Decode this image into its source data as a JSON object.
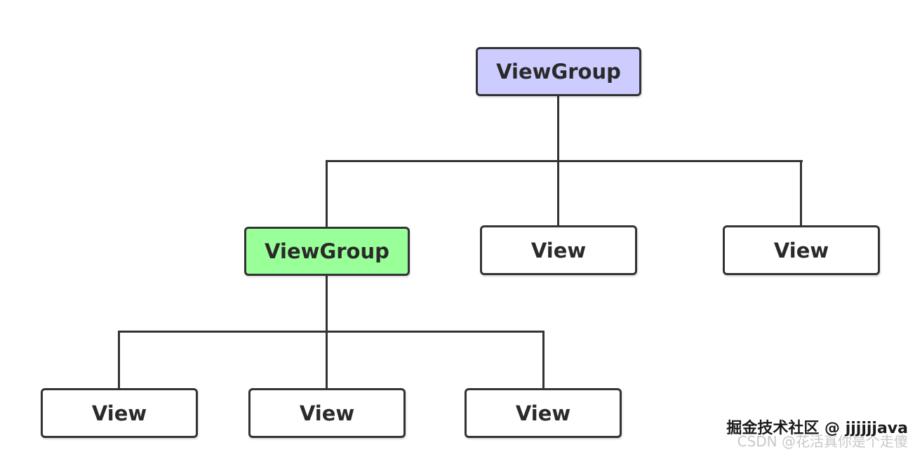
{
  "nodes": {
    "root": {
      "label": "ViewGroup",
      "fill": "#ccccff"
    },
    "child_group": {
      "label": "ViewGroup",
      "fill": "#99ff99"
    },
    "child_view_1": {
      "label": "View",
      "fill": "#ffffff"
    },
    "child_view_2": {
      "label": "View",
      "fill": "#ffffff"
    },
    "leaf_view_1": {
      "label": "View",
      "fill": "#ffffff"
    },
    "leaf_view_2": {
      "label": "View",
      "fill": "#ffffff"
    },
    "leaf_view_3": {
      "label": "View",
      "fill": "#ffffff"
    }
  },
  "edges": [
    {
      "from": "root",
      "to": "child_group"
    },
    {
      "from": "root",
      "to": "child_view_1"
    },
    {
      "from": "root",
      "to": "child_view_2"
    },
    {
      "from": "child_group",
      "to": "leaf_view_1"
    },
    {
      "from": "child_group",
      "to": "leaf_view_2"
    },
    {
      "from": "child_group",
      "to": "leaf_view_3"
    }
  ],
  "watermark": {
    "main": "掘金技术社区 @ jjjjjjava",
    "sub": "CSDN @花活真你是个走傻"
  }
}
